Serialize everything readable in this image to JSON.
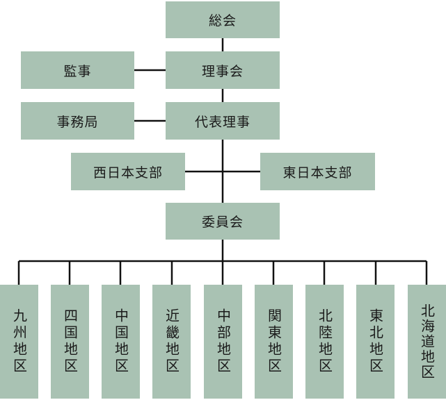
{
  "org": {
    "general_meeting": "総会",
    "board": "理事会",
    "auditor": "監事",
    "secretariat": "事務局",
    "representative": "代表理事",
    "west_branch": "西日本支部",
    "east_branch": "東日本支部",
    "committee": "委員会",
    "regions": [
      "九州地区",
      "四国地区",
      "中国地区",
      "近畿地区",
      "中部地区",
      "関東地区",
      "北陸地区",
      "東北地区",
      "北海道地区"
    ]
  },
  "colors": {
    "box_fill": "#a9c2b3",
    "line": "#111111",
    "text": "#1a1a1a"
  }
}
